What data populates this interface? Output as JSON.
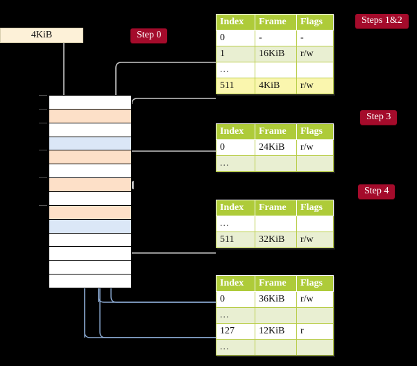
{
  "diagram": {
    "title_hidden": "",
    "source_box": {
      "label": "4KiB"
    },
    "badges": {
      "step0": "Step 0",
      "steps12": "Steps 1&2",
      "step3": "Step 3",
      "step4": "Step 4"
    },
    "colors": {
      "badge_bg": "#a40b2b",
      "table_header_bg": "#aecb39",
      "table_alt_row_bg": "#e9efd2",
      "table_highlight_bg": "#faf6ae",
      "memory_orange": "#fde0c8",
      "memory_blue": "#dbe7f7",
      "source_box_bg": "#fdf1d8",
      "wire_grey": "#c9c9c9",
      "wire_blue": "#8aa8d0",
      "arrow_blue": "#3f6ca8",
      "background": "#000000"
    },
    "memory_column": {
      "rows": [
        {
          "fill": "white"
        },
        {
          "fill": "orange"
        },
        {
          "fill": "white"
        },
        {
          "fill": "blue"
        },
        {
          "fill": "orange"
        },
        {
          "fill": "white"
        },
        {
          "fill": "orange"
        },
        {
          "fill": "white"
        },
        {
          "fill": "orange"
        },
        {
          "fill": "blue"
        },
        {
          "fill": "white"
        },
        {
          "fill": "white"
        },
        {
          "fill": "white"
        },
        {
          "fill": "white"
        }
      ],
      "tick_rows": [
        0,
        1,
        2,
        4,
        6,
        8
      ]
    },
    "tables": [
      {
        "id": "table-steps-1-2",
        "columns": [
          "Index",
          "Frame",
          "Flags"
        ],
        "rows": [
          {
            "cells": [
              "0",
              "-",
              "-"
            ],
            "style": "plain"
          },
          {
            "cells": [
              "1",
              "16KiB",
              "r/w"
            ],
            "style": "alt"
          },
          {
            "cells": [
              "...",
              "",
              ""
            ],
            "style": "plain"
          },
          {
            "cells": [
              "511",
              "4KiB",
              "r/w"
            ],
            "style": "hl"
          }
        ]
      },
      {
        "id": "table-step-3",
        "columns": [
          "Index",
          "Frame",
          "Flags"
        ],
        "rows": [
          {
            "cells": [
              "0",
              "24KiB",
              "r/w"
            ],
            "style": "plain"
          },
          {
            "cells": [
              "...",
              "",
              ""
            ],
            "style": "alt"
          }
        ]
      },
      {
        "id": "table-step-4a",
        "columns": [
          "Index",
          "Frame",
          "Flags"
        ],
        "rows": [
          {
            "cells": [
              "...",
              "",
              ""
            ],
            "style": "plain"
          },
          {
            "cells": [
              "511",
              "32KiB",
              "r/w"
            ],
            "style": "alt"
          }
        ]
      },
      {
        "id": "table-step-4b",
        "columns": [
          "Index",
          "Frame",
          "Flags"
        ],
        "rows": [
          {
            "cells": [
              "0",
              "36KiB",
              "r/w"
            ],
            "style": "plain"
          },
          {
            "cells": [
              "...",
              "",
              ""
            ],
            "style": "alt"
          },
          {
            "cells": [
              "127",
              "12KiB",
              "r"
            ],
            "style": "plain"
          },
          {
            "cells": [
              "...",
              "",
              ""
            ],
            "style": "alt"
          }
        ]
      }
    ]
  }
}
